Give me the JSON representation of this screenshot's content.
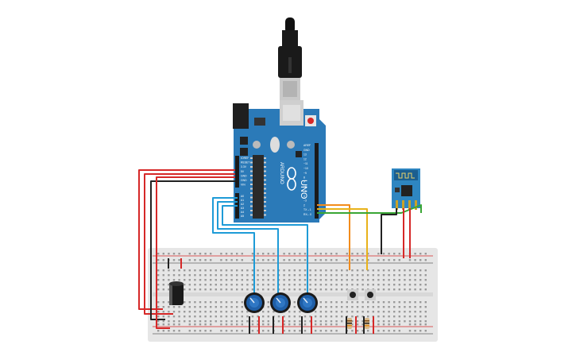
{
  "board": {
    "brand": "ARDUINO",
    "model": "UNO",
    "color": "#2b7ab8",
    "power_header_labels": [
      "IOREF",
      "RESET",
      "3.3V",
      "5V",
      "GND",
      "GND",
      "VIN"
    ],
    "analog_header_labels": [
      "A0",
      "A1",
      "A2",
      "A3",
      "A4",
      "A5"
    ],
    "digital_header_labels": [
      "AREF",
      "GND",
      "13",
      "12",
      "~11",
      "~10",
      "~9",
      "8",
      "7",
      "~6",
      "~5",
      "4",
      "~3",
      "2",
      "TX→1",
      "RX←0"
    ]
  },
  "wifi_module": {
    "color": "#2e86c1"
  },
  "breadboard": {
    "color": "#e6e6e6"
  },
  "colors": {
    "wire_red": "#d62828",
    "wire_black": "#222222",
    "wire_blue": "#1e9bd7",
    "wire_orange": "#f28c1c",
    "wire_yellow": "#e8b21a",
    "wire_green": "#3aa635",
    "pot_knob": "#1f5fa8"
  },
  "components": {
    "potentiometers": 3,
    "push_buttons": 2,
    "resistors": 2,
    "capacitors": 1
  }
}
